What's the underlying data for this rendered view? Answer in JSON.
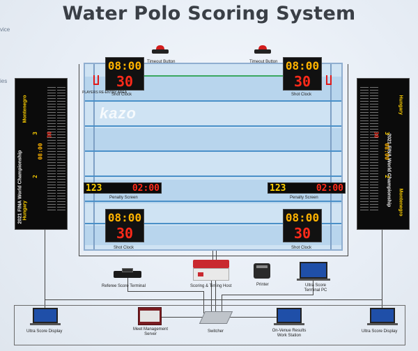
{
  "header": {
    "title": "Water Polo Scoring System"
  },
  "edge_text": {
    "left_1": "vice",
    "left_2": "ies"
  },
  "watermark": {
    "text": "kazo"
  },
  "pool": {
    "shot_clock_time": "08:00",
    "shot_clock_seconds": "30",
    "penalty_number": "123",
    "penalty_time": "02:00",
    "labels": {
      "timeout_left": "Timeout Button",
      "timeout_right": "Timeout Button",
      "shot_clock_tl": "Shot Clock",
      "shot_clock_tr": "Shot Clock",
      "shot_clock_bl": "Shot Clock",
      "shot_clock_br": "Shot Clock",
      "penalty_left": "Penalty Screen",
      "penalty_right": "Penalty Screen",
      "re_entry": "PLAYERS RE-ENTRY AREA"
    }
  },
  "boards": {
    "left": {
      "event": "2021 FINA World Championship",
      "team_top": "Montenegro",
      "team_bottom": "Hungary",
      "time": "08:00",
      "shot": "30",
      "score_a": "3",
      "score_b": "2"
    },
    "right": {
      "event": "2021 FINA World Championship",
      "team_top": "Hungary",
      "team_bottom": "Montenegro",
      "time": "08:00",
      "shot": "30",
      "score_a": "3",
      "score_b": "2"
    }
  },
  "devices": {
    "referee": "Referee Score Terminal",
    "host": "Scoring & Timing Host",
    "printer": "Printer",
    "terminal_pc": "Ultra Score Terminal PC",
    "ultra_left": "Ultra Score Display",
    "meet_server": "Meet Management Server",
    "switcher": "Switcher",
    "onvenue": "On-Venue Results Work Station",
    "ultra_right": "Ultra Score Display"
  },
  "colors": {
    "pool_water": "#cfe3f3",
    "lane_line": "#4a90c8",
    "led_amber": "#ffb300",
    "led_red": "#ff2a1a",
    "host_red": "#c9292f"
  }
}
